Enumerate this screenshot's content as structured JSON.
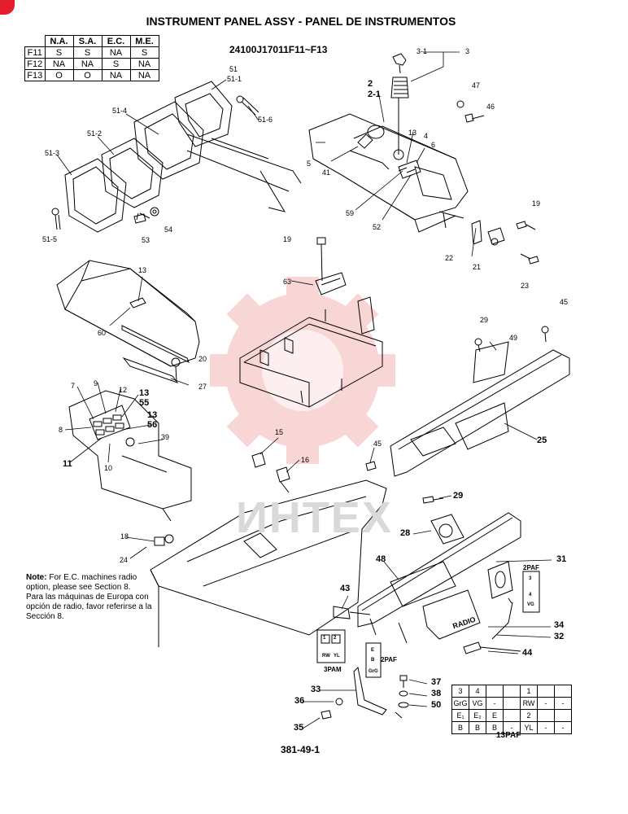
{
  "title": "INSTRUMENT PANEL ASSY - PANEL DE INSTRUMENTOS",
  "model_range": "24100J17011F11~F13",
  "page_number": "381-49-1",
  "watermark_text": "ИНТЕХ",
  "option_table": {
    "headers": [
      "",
      "N.A.",
      "S.A.",
      "E.C.",
      "M.E."
    ],
    "rows": [
      [
        "F11",
        "S",
        "S",
        "NA",
        "S"
      ],
      [
        "F12",
        "NA",
        "NA",
        "S",
        "NA"
      ],
      [
        "F13",
        "O",
        "O",
        "NA",
        "NA"
      ]
    ]
  },
  "note": {
    "label": "Note:",
    "text_en": "For E.C. machines radio option, please see Section 8.",
    "text_es": "Para las máquinas de Europa con opción de radio, favor referirse a la Sección 8."
  },
  "connector_table": {
    "rows": [
      [
        "3",
        "4",
        "",
        "",
        "1",
        "",
        ""
      ],
      [
        "GrG",
        "VG",
        "-",
        "",
        "RW",
        "-",
        "-"
      ],
      [
        "E₁",
        "E₂",
        "E",
        "",
        "2",
        "",
        ""
      ],
      [
        "B",
        "B",
        "B",
        "-",
        "YL",
        "-",
        "-"
      ]
    ],
    "label": "13PAF"
  },
  "connectors": {
    "c3pam": "3PAM",
    "c2paf_a": "2PAF",
    "c2paf_b": "2PAF",
    "pin_e": "E",
    "pin_b": "B",
    "pin_grg": "GrG",
    "pin_rw": "RW",
    "pin_yl": "YL",
    "pin_1": "1",
    "pin_2": "2",
    "pin_3": "3",
    "pin_4": "4",
    "pin_vg": "VG",
    "radio": "RADIO"
  },
  "part_labels": {
    "p51": "51",
    "p51_1": "51-1",
    "p51_4": "51-4",
    "p51_6": "51-6",
    "p51_2": "51-2",
    "p51_3": "51-3",
    "p51_5": "51-5",
    "p53": "53",
    "p54": "54",
    "p3_1": "3-1",
    "p3": "3",
    "p2": "2",
    "p2_1": "2-1",
    "p47": "47",
    "p46": "46",
    "p13a": "13",
    "p4": "4",
    "p6": "6",
    "p5": "5",
    "p41": "41",
    "p59": "59",
    "p52": "52",
    "p19a": "19",
    "p22": "22",
    "p21": "21",
    "p23": "23",
    "p19b": "19",
    "p63": "63",
    "p13b": "13",
    "p60": "60",
    "p20": "20",
    "p27": "27",
    "p29a": "29",
    "p49": "49",
    "p45a": "45",
    "p7": "7",
    "p9": "9",
    "p12": "12",
    "p13c": "13",
    "p55": "55",
    "p8": "8",
    "p13d": "13",
    "p56": "56",
    "p39": "39",
    "p11": "11",
    "p10": "10",
    "p15": "15",
    "p16": "16",
    "p45b": "45",
    "p25": "25",
    "p29b": "29",
    "p18": "18",
    "p24": "24",
    "p28": "28",
    "p31": "31",
    "p48": "48",
    "p43": "43",
    "p34": "34",
    "p32": "32",
    "p44": "44",
    "p37": "37",
    "p33": "33",
    "p38": "38",
    "p36": "36",
    "p50": "50",
    "p35": "35"
  }
}
